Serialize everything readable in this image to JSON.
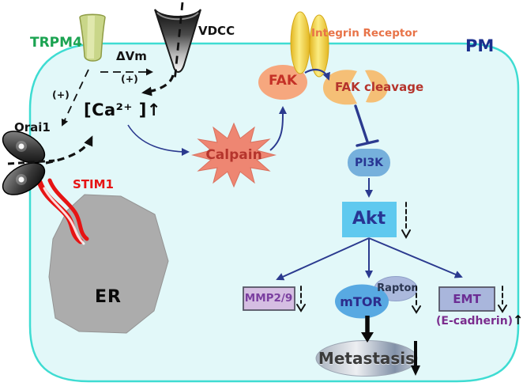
{
  "figure": {
    "membrane": {
      "label": "PM"
    },
    "channels": {
      "trpm4": {
        "label": "TRPM4"
      },
      "vdcc": {
        "label": "VDCC"
      },
      "orai1": {
        "label": "Orai1"
      },
      "integrin": {
        "label": "Integrin Receptor"
      }
    },
    "signaling": {
      "delta_vm": {
        "label": "ΔVm"
      },
      "plus_vdcc": {
        "label": "(+)"
      },
      "plus_orai": {
        "label": "(+)"
      },
      "calcium": {
        "label": "[Ca²⁺ ]↑"
      },
      "stim1": {
        "label": "STIM1"
      },
      "er": {
        "label": "ER"
      },
      "calpain": {
        "label": "Calpain"
      },
      "fak": {
        "label": "FAK"
      },
      "fak_cleavage": {
        "label": "FAK cleavage"
      },
      "pi3k": {
        "label": "PI3K"
      },
      "akt": {
        "label": "Akt"
      }
    },
    "downstream": {
      "mmp": {
        "label": "MMP2/9"
      },
      "mtor": {
        "label": "mTOR"
      },
      "raptor": {
        "label": "Raptor"
      },
      "emt": {
        "label": "EMT"
      },
      "ecadherin": {
        "label": "(E-cadherin)",
        "arrow": "↑"
      },
      "metastasis": {
        "label": "Metastasis"
      }
    },
    "colors": {
      "membrane_stroke": "#3EDCD2",
      "cell_fill": "#E2F8F9",
      "pm_text": "#1B2F8E",
      "trpm4_fill": "#C9D689",
      "trpm4_text": "#1BA351",
      "stim1_red": "#E61414",
      "er_gray": "#ACACAC",
      "calpain_fill": "#EE8672",
      "dark_red_text": "#B5342C",
      "integrin_fill": "#F5D73E",
      "integrin_text": "#E87348",
      "fak_fill": "#F6A77E",
      "fak_cleavage_fill": "#F5BF76",
      "pi3k_fill": "#76B0DC",
      "akt_fill": "#5FC9EF",
      "navy_arrow": "#2B3A8F",
      "mmp_fill": "#D5BEE2",
      "mtor_fill": "#58A9E2",
      "raptor_fill": "#ABB9DD",
      "emt_fill": "#A9B6DC",
      "purple_text": "#7B3FA0",
      "metastasis_text": "#3A3A3A"
    }
  }
}
